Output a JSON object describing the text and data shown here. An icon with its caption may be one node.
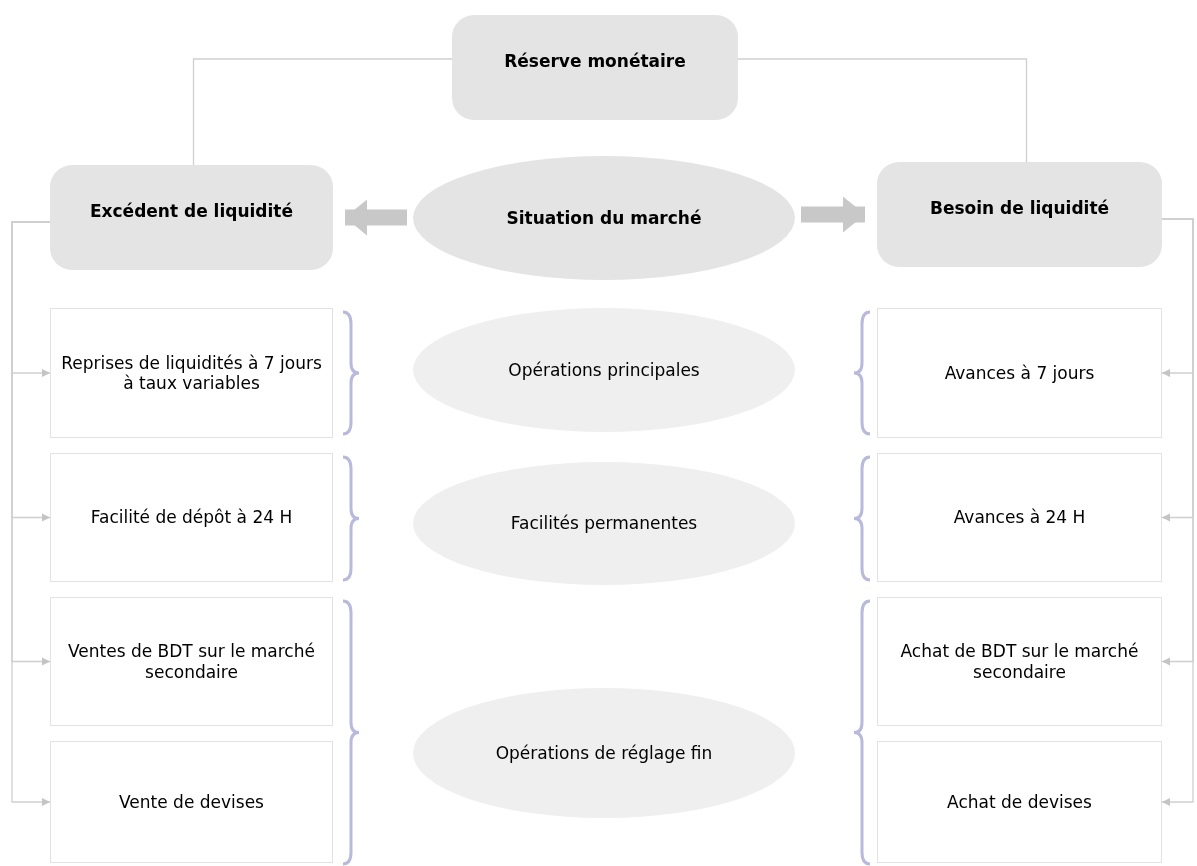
{
  "diagram": {
    "nodes": [
      {
        "text": [
          "Réserve monétaire"
        ]
      },
      {
        "text": [
          "Excédent de liquidité"
        ]
      },
      {
        "text": [
          "Situation du marché"
        ]
      },
      {
        "text": [
          "Besoin de liquidité"
        ]
      },
      {
        "text": [
          "Reprises de liquidités à 7 jours à taux variables"
        ]
      },
      {
        "text": [
          "Opérations principales"
        ]
      },
      {
        "text": [
          "Avances à 7 jours"
        ]
      },
      {
        "text": [
          "Facilité de dépôt à 24 H"
        ]
      },
      {
        "text": [
          "Facilités permanentes"
        ]
      },
      {
        "text": [
          "Avances à 24 H"
        ]
      },
      {
        "text": [
          "Ventes de BDT sur le marché secondaire"
        ]
      },
      {
        "text": [
          "Achat de BDT sur le marché secondaire"
        ]
      },
      {
        "text": [
          "Opérations de réglage fin"
        ]
      },
      {
        "text": [
          "Vente de devises"
        ]
      },
      {
        "text": [
          "Achat de devises"
        ]
      }
    ],
    "edges": [
      {
        "from": 0,
        "to": 1,
        "arrow": "none"
      },
      {
        "from": 0,
        "to": 3,
        "arrow": "none"
      },
      {
        "from": 2,
        "to": 1,
        "arrow": "to",
        "style": "thick"
      },
      {
        "from": 2,
        "to": 3,
        "arrow": "to",
        "style": "thick"
      },
      {
        "from": 1,
        "to": 4,
        "arrow": "to"
      },
      {
        "from": 1,
        "to": 7,
        "arrow": "to"
      },
      {
        "from": 1,
        "to": 10,
        "arrow": "to"
      },
      {
        "from": 1,
        "to": 13,
        "arrow": "to"
      },
      {
        "from": 3,
        "to": 6,
        "arrow": "to"
      },
      {
        "from": 3,
        "to": 9,
        "arrow": "to"
      },
      {
        "from": 3,
        "to": 11,
        "arrow": "to"
      },
      {
        "from": 3,
        "to": 14,
        "arrow": "to"
      }
    ]
  }
}
